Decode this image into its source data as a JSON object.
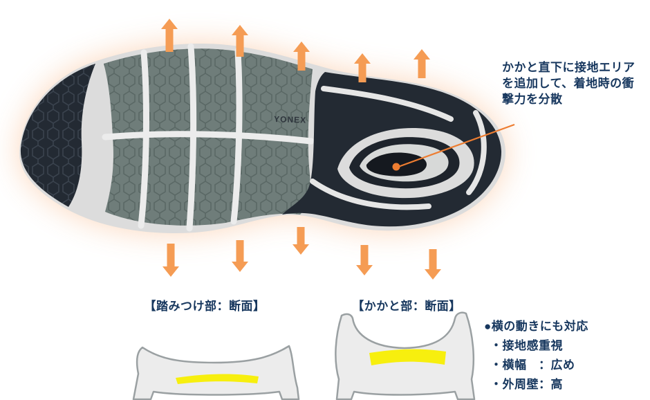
{
  "annotation": {
    "text": "かかと直下に接地エリアを追加して、着地時の衝撃力を分散"
  },
  "sole": {
    "brand": "YONEX"
  },
  "sections": {
    "forefoot_label": "【踏みつけ部：断面】",
    "heel_label": "【かかと部：断面】"
  },
  "features": {
    "title": "●横の動きにも対応",
    "items": [
      "・接地感重視",
      "・横幅　：広め",
      "・外周壁：高"
    ]
  },
  "colors": {
    "accent_orange": "#F59C54",
    "leader_orange": "#ED7D31",
    "text_navy": "#17375E",
    "highlight_yellow": "#F7EF0E",
    "tread_teal": "#6F7D7A",
    "sole_navy": "#232A33",
    "midsole_gray": "#DCDCDC"
  }
}
